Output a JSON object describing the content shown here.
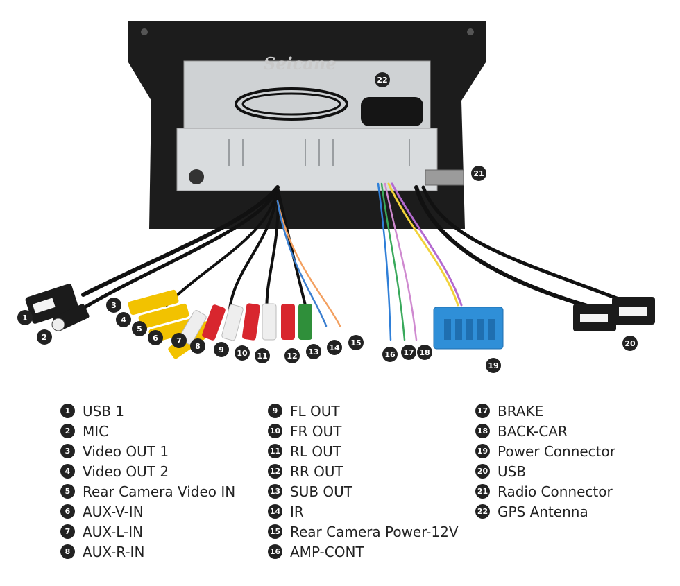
{
  "brand_logo": "Seicane",
  "callouts": [
    {
      "n": "1",
      "label": "USB 1"
    },
    {
      "n": "2",
      "label": "MIC"
    },
    {
      "n": "3",
      "label": "Video OUT 1"
    },
    {
      "n": "4",
      "label": "Video OUT 2"
    },
    {
      "n": "5",
      "label": "Rear Camera Video IN"
    },
    {
      "n": "6",
      "label": "AUX-V-IN"
    },
    {
      "n": "7",
      "label": "AUX-L-IN"
    },
    {
      "n": "8",
      "label": "AUX-R-IN"
    },
    {
      "n": "9",
      "label": "FL OUT"
    },
    {
      "n": "10",
      "label": "FR OUT"
    },
    {
      "n": "11",
      "label": "RL OUT"
    },
    {
      "n": "12",
      "label": "RR OUT"
    },
    {
      "n": "13",
      "label": "SUB OUT"
    },
    {
      "n": "14",
      "label": "IR"
    },
    {
      "n": "15",
      "label": "Rear Camera Power-12V"
    },
    {
      "n": "16",
      "label": "AMP-CONT"
    },
    {
      "n": "17",
      "label": "BRAKE"
    },
    {
      "n": "18",
      "label": "BACK-CAR"
    },
    {
      "n": "19",
      "label": "Power Connector"
    },
    {
      "n": "20",
      "label": "USB"
    },
    {
      "n": "21",
      "label": "Radio Connector"
    },
    {
      "n": "22",
      "label": "GPS Antenna"
    }
  ],
  "colors": {
    "rca_yellow": "#f2c200",
    "rca_red": "#d8262e",
    "rca_white": "#eeeeee",
    "rca_green": "#2f8f3a",
    "power_connector": "#2f8fd8"
  }
}
